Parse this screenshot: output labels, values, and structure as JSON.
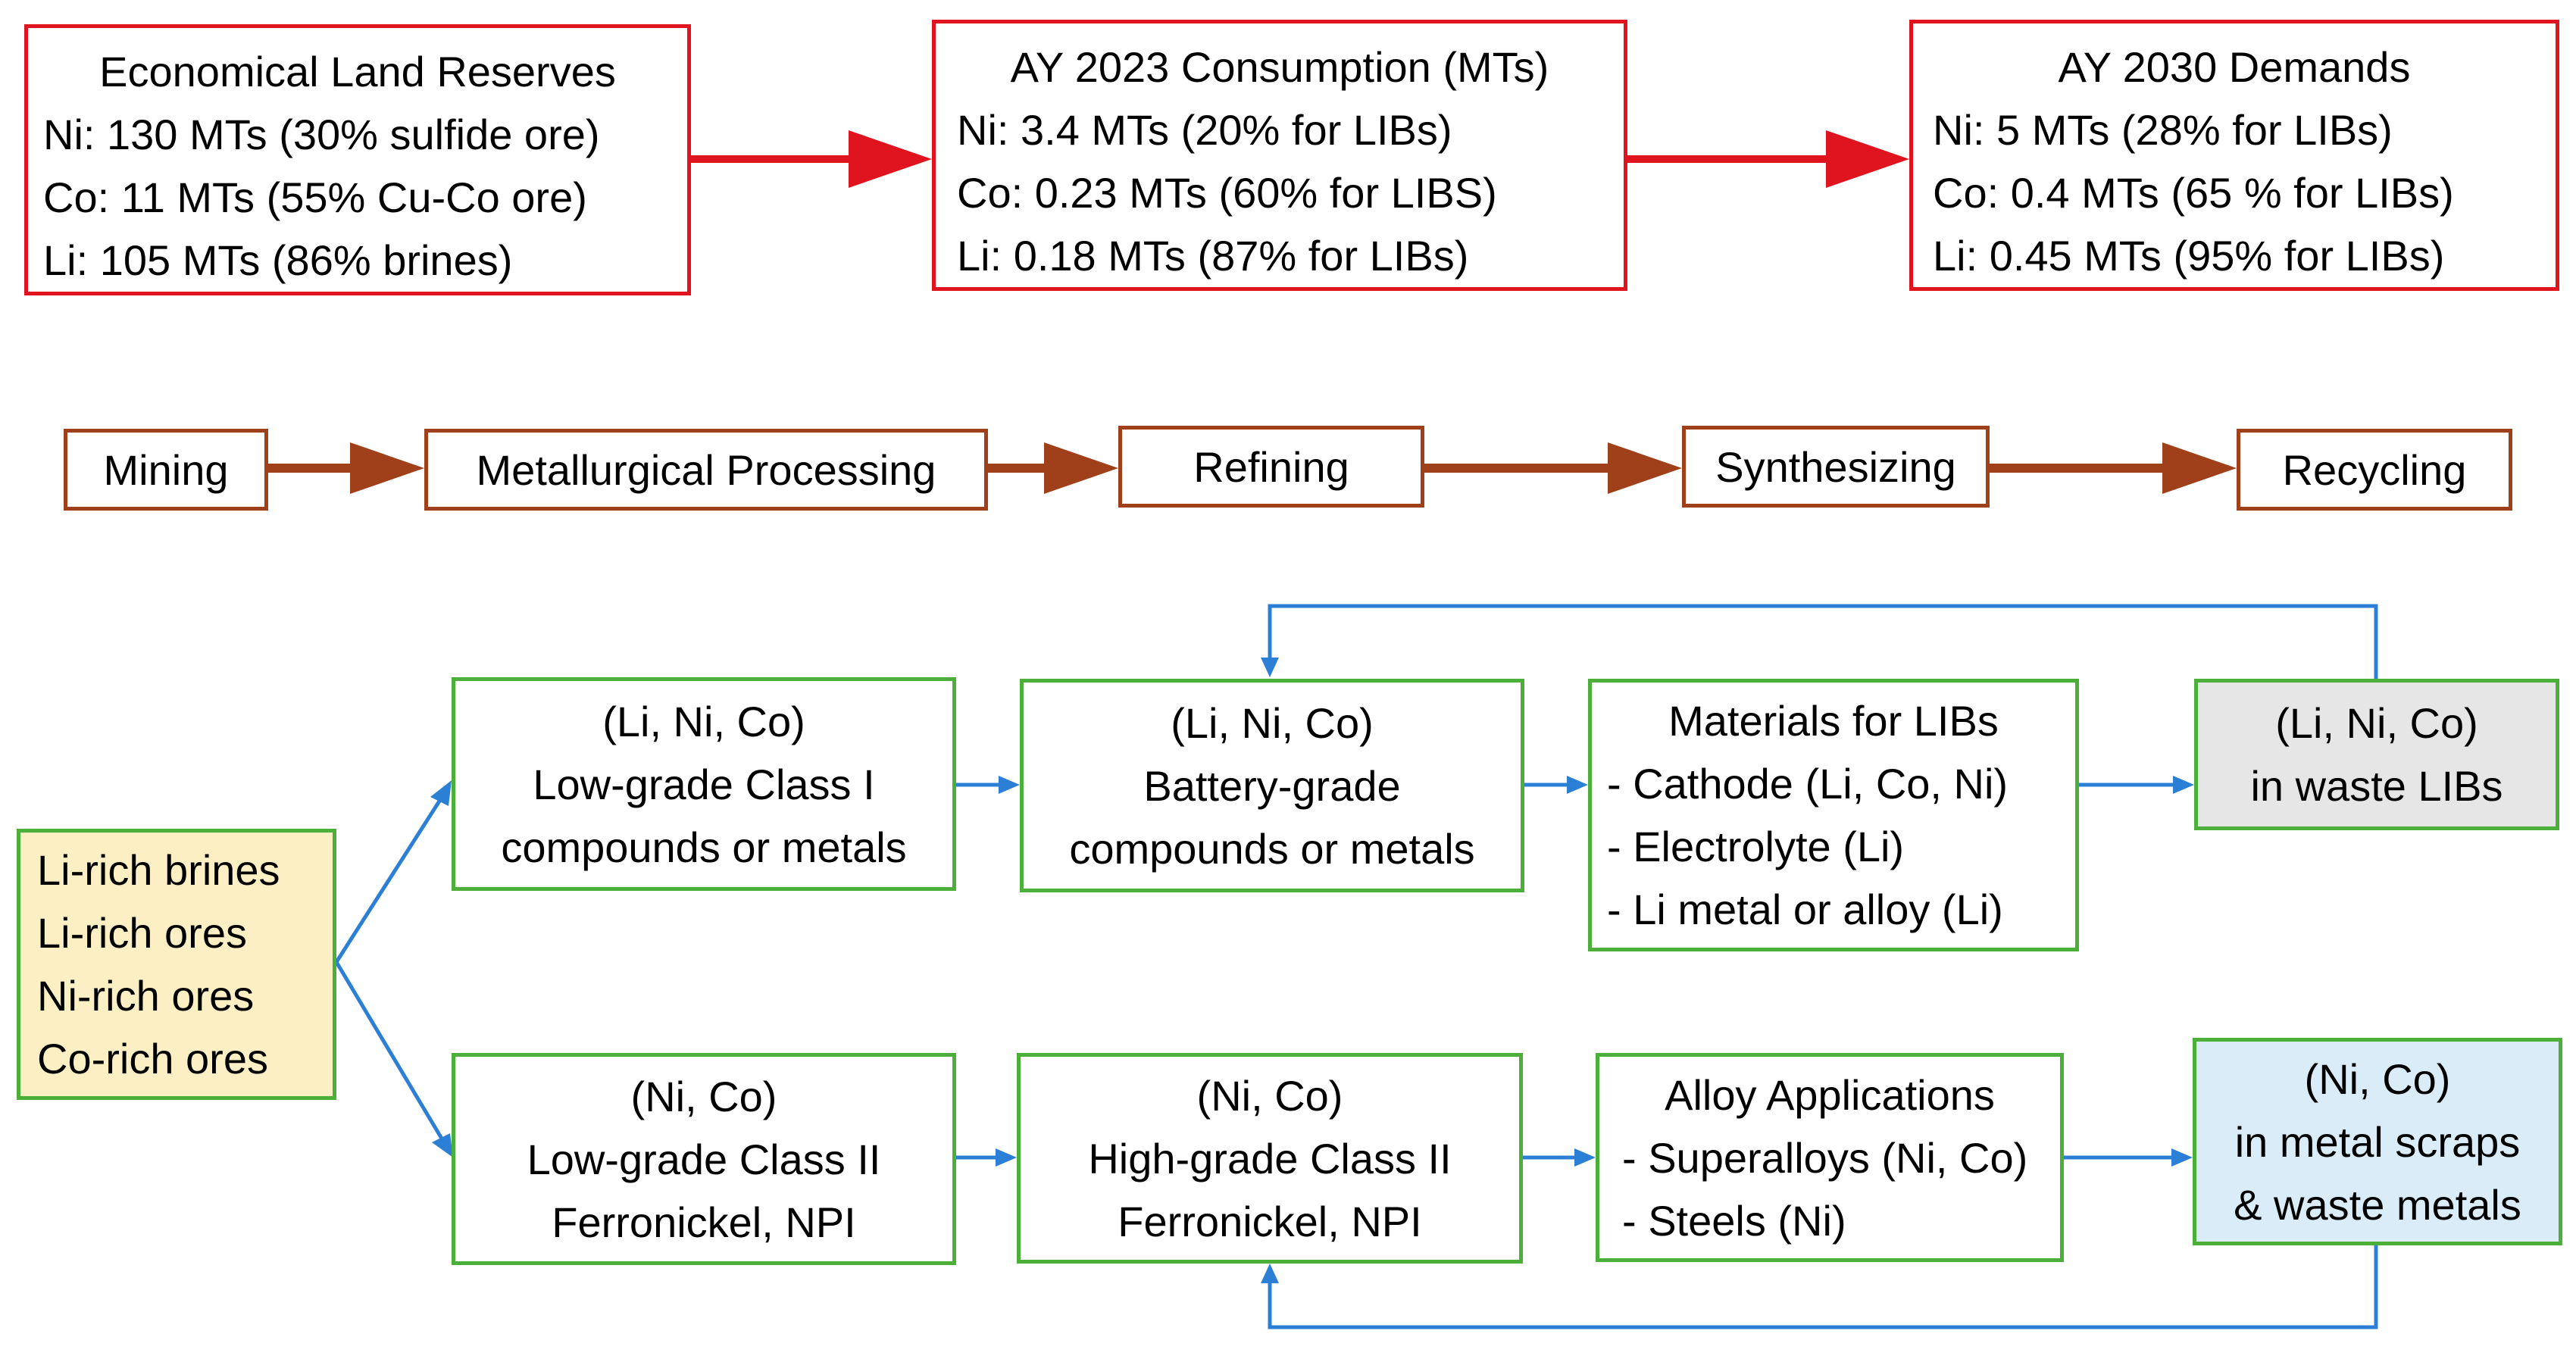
{
  "top_row": {
    "reserves": {
      "title": "Economical Land Reserves",
      "lines": [
        "Ni: 130 MTs (30% sulfide ore)",
        "Co: 11 MTs  (55% Cu-Co ore)",
        "Li: 105 MTs (86%  brines)"
      ]
    },
    "consumption_2023": {
      "title": "AY 2023 Consumption (MTs)",
      "lines": [
        "Ni: 3.4 MTs (20% for LIBs)",
        "Co: 0.23 MTs (60% for LIBS)",
        "Li: 0.18 MTs (87% for LIBs)"
      ]
    },
    "demands_2030": {
      "title": "AY 2030 Demands",
      "lines": [
        "Ni: 5 MTs (28% for LIBs)",
        "Co: 0.4 MTs (65 % for LIBs)",
        "Li: 0.45 MTs (95% for LIBs)"
      ]
    }
  },
  "stages": [
    "Mining",
    "Metallurgical Processing",
    "Refining",
    "Synthesizing",
    "Recycling"
  ],
  "sources": {
    "lines": [
      "Li-rich brines",
      "Li-rich ores",
      "Ni-rich ores",
      "Co-rich ores"
    ]
  },
  "battery_path": {
    "low_grade": [
      "(Li, Ni, Co)",
      "Low-grade Class I",
      "compounds or metals"
    ],
    "battery_grade": [
      "(Li, Ni, Co)",
      "Battery-grade",
      "compounds or metals"
    ],
    "materials": [
      "Materials for LIBs",
      "- Cathode (Li, Co, Ni)",
      "- Electrolyte (Li)",
      "- Li metal or alloy (Li)"
    ],
    "waste": [
      "(Li, Ni, Co)",
      "in waste LIBs"
    ]
  },
  "alloy_path": {
    "low_grade": [
      "(Ni, Co)",
      "Low-grade Class II",
      "Ferronickel, NPI"
    ],
    "high_grade": [
      "(Ni, Co)",
      "High-grade Class II",
      "Ferronickel, NPI"
    ],
    "applications": [
      "Alloy Applications",
      "- Superalloys (Ni, Co)",
      "- Steels (Ni)"
    ],
    "scraps": [
      "(Ni, Co)",
      "in metal scraps",
      "& waste metals"
    ]
  },
  "colors": {
    "red": "#e0141e",
    "brown": "#a0401a",
    "green": "#4caf3a",
    "blue": "#2b7fd4",
    "source_fill": "#fdefc4",
    "waste_fill": "#e6e6e6",
    "scrap_fill": "#d9ecf8"
  }
}
